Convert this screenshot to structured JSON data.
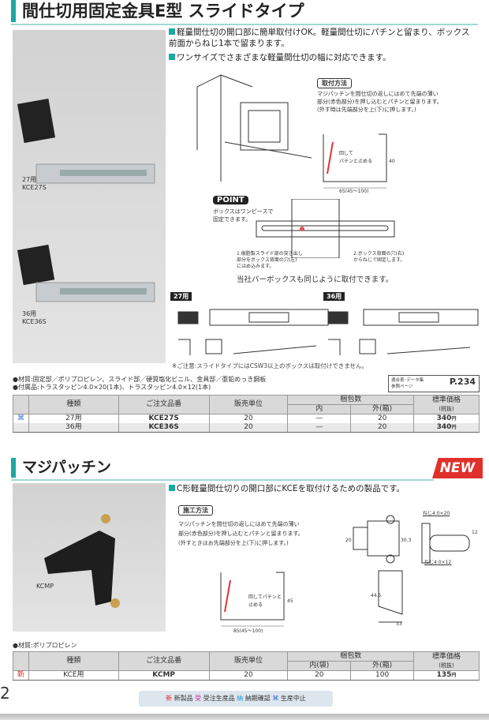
{
  "section1": {
    "title": "間仕切用固定金具E型 スライドタイプ",
    "bullets": [
      "軽量間仕切の開口部に簡単取付けOK。軽量間仕切にパチンと留まり、ボックス前面からねじ1本で留まります。",
      "ワンサイズでさまざまな軽量間仕切の幅に対応できます。"
    ],
    "photo_labels": [
      {
        "use": "27用",
        "code": "KCE27S"
      },
      {
        "use": "36用",
        "code": "KCE36S"
      }
    ],
    "method": {
      "label": "取付方法",
      "text": [
        "マジパッチンを間仕切の返しにはめて先端の薄い",
        "部分(赤色部分)を押し込むとパチンと留まります。",
        "(外す時は先端部分を上(下)に押します。)"
      ]
    },
    "diagram_notes": {
      "push": "回して\nパチンと止める",
      "dim": "65(45〜100)",
      "h": "40"
    },
    "point": {
      "badge": "POINT",
      "text": "ボックスはワンピースで\n固定できます。",
      "note1": "1.樹脂製スライド部の突き出し\n部分をボックス背面の穴(左)\nにはめ込みます。",
      "note2": "2.ボックス背面の穴(右)\nからねじで固定します。",
      "bar_note": "当社バーボックスも同じように取付できます。"
    },
    "drawing_tags": [
      "27用",
      "36用"
    ],
    "caution": "※ご注意:スライドタイプにはCSW3以上のボックスは取付けできません。",
    "material": "●材質:固定部／ポリプロピレン、スライド部／硬質塩化ビニル、金具部／亜鉛めっき鋼板",
    "accessories": "●付属品:トラスタッピン4.0×20(1本)、トラスタッピン4.0×12(1本)",
    "ref": {
      "label1": "適合表･データ集",
      "label2": "参照ページ",
      "page": "P.234"
    },
    "table": {
      "headers": {
        "kind": "種類",
        "code": "ご注文品番",
        "unit": "販売単位",
        "pack": "梱包数",
        "inner": "内",
        "outer": "外(箱)",
        "price": "標準価格",
        "tax": "(税抜)"
      },
      "rows": [
        {
          "mark": "⌘",
          "kind": "27用",
          "code": "KCE27S",
          "unit": "20",
          "inner": "—",
          "outer": "20",
          "price": "340",
          "yen": "円"
        },
        {
          "mark": "",
          "kind": "36用",
          "code": "KCE36S",
          "unit": "20",
          "inner": "—",
          "outer": "20",
          "price": "340",
          "yen": "円"
        }
      ]
    }
  },
  "section2": {
    "title": "マジパッチン",
    "badge": "NEW",
    "bullet": "C形軽量間仕切りの開口部にKCEを取付けるための製品です。",
    "photo_label": "KCMP",
    "method": {
      "label": "施工方法",
      "text": [
        "マジパッチンを間仕切の返しにはめて先端の薄い",
        "部分(赤色部分)を押し込むとパチンと留まります。",
        "(外すときはお先端部分を上(下)に押します。)"
      ]
    },
    "dims": {
      "screw1": "ねじ4.0×20",
      "screw2": "ねじ4.0×12",
      "d20": "20",
      "d303": "30.3",
      "d12": "12",
      "d445": "44.5",
      "d33": "33",
      "d85": "85(45〜100)",
      "d45": "45",
      "push": "回してパチンと\n止める"
    },
    "material": "●材質:ポリプロピレン",
    "table": {
      "headers": {
        "kind": "種類",
        "code": "ご注文品番",
        "unit": "販売単位",
        "pack": "梱包数",
        "inner": "内(袋)",
        "outer": "外(箱)",
        "price": "標準価格",
        "tax": "(税抜)"
      },
      "rows": [
        {
          "mark": "新",
          "kind": "KCE用",
          "code": "KCMP",
          "unit": "20",
          "inner": "20",
          "outer": "100",
          "price": "135",
          "yen": "円"
        }
      ]
    }
  },
  "page_number": "2",
  "legend": [
    {
      "mark": "新",
      "text": "新製品",
      "color": "#e0302a"
    },
    {
      "mark": "受",
      "text": "受注生産品",
      "color": "#c0309a"
    },
    {
      "mark": "納",
      "text": "納期確認",
      "color": "#2a9ad8"
    },
    {
      "mark": "⌘",
      "text": "生産中止",
      "color": "#2a6ad8"
    }
  ]
}
